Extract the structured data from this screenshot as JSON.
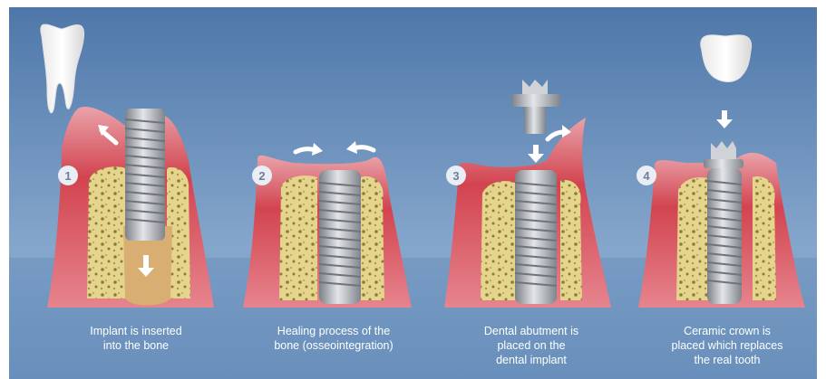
{
  "colors": {
    "background_top": "#4d76a8",
    "background_bottom": "#7fa3cb",
    "gum": "#d2444f",
    "bone": "#e8d58f",
    "implant": "#b8bcc2",
    "tooth": "#ffffff",
    "arrow": "#ffffff"
  },
  "steps": [
    {
      "number": "1",
      "caption": [
        "Implant is inserted",
        "into the bone"
      ],
      "icons": [
        "tooth-icon",
        "implant-screw-icon",
        "down-arrow-icon",
        "curved-arrow-icon"
      ]
    },
    {
      "number": "2",
      "caption": [
        "Healing process of the",
        "bone (osseointegration)"
      ],
      "icons": [
        "implant-screw-icon",
        "left-arrow-icon",
        "right-arrow-icon"
      ]
    },
    {
      "number": "3",
      "caption": [
        "Dental abutment is",
        "placed on the",
        "dental implant"
      ],
      "icons": [
        "abutment-icon",
        "implant-screw-icon",
        "down-arrow-icon",
        "curved-arrow-icon"
      ]
    },
    {
      "number": "4",
      "caption": [
        "Ceramic crown is",
        "placed which replaces",
        "the real tooth"
      ],
      "icons": [
        "crown-icon",
        "abutment-icon",
        "implant-screw-icon",
        "down-arrow-icon"
      ]
    }
  ]
}
